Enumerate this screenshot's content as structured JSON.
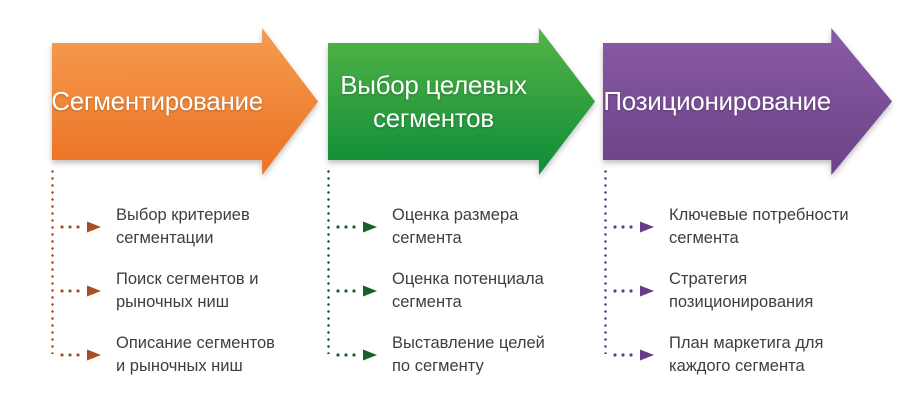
{
  "text_color": "#3E3E3E",
  "stages": [
    {
      "arrow_label": "Сегментирование",
      "arrow_color_top": "#F59C4F",
      "arrow_color_bottom": "#EC7123",
      "marker_color": "#A6511F",
      "items": [
        {
          "text": "Выбор критериев\nсегментации"
        },
        {
          "text": "Поиск сегментов и\nрыночных ниш"
        },
        {
          "text": "Описание сегментов\nи рыночных ниш"
        }
      ]
    },
    {
      "arrow_label": "Выбор целевых\nсегментов",
      "arrow_color_top": "#54B446",
      "arrow_color_bottom": "#0E8C38",
      "marker_color": "#14602F",
      "items": [
        {
          "text": "Оценка размера\nсегмента"
        },
        {
          "text": "Оценка потенциала\nсегмента"
        },
        {
          "text": "Выставление целей\nпо сегменту"
        }
      ]
    },
    {
      "arrow_label": "Позиционирование",
      "arrow_color_top": "#8A5BA6",
      "arrow_color_bottom": "#6B4287",
      "marker_color": "#653E85",
      "items": [
        {
          "text": "Ключевые потребности\nсегмента"
        },
        {
          "text": "Стратегия\nпозиционирования"
        },
        {
          "text": "План маркетига для\nкаждого сегмента"
        }
      ]
    }
  ]
}
